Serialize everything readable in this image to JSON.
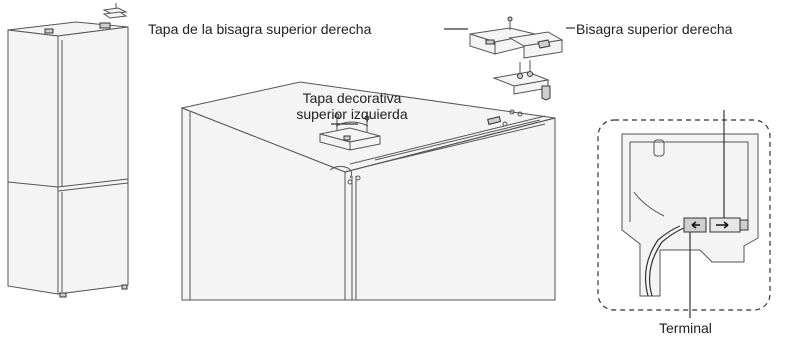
{
  "labels": {
    "top_right_hinge_cover": "Tapa de la bisagra superior derecha",
    "top_right_hinge": "Bisagra superior derecha",
    "top_left_decorative_cover_line1": "Tapa decorativa",
    "top_left_decorative_cover_line2": "superior izquierda",
    "terminal": "Terminal"
  },
  "icons": {
    "small_fridge": "fridge-icon",
    "large_fridge": "fridge-top-icon",
    "hinge_cover": "hinge-cover-icon",
    "hinge": "hinge-icon",
    "decorative_cover": "decorative-cover-icon",
    "detail": "connector-detail-icon"
  }
}
